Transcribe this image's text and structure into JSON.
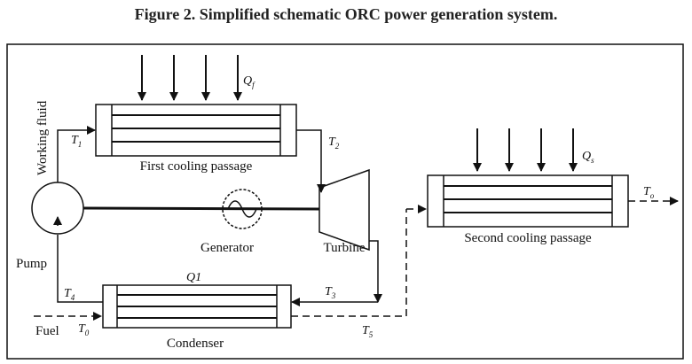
{
  "figure": {
    "title": "Figure 2. Simplified schematic ORC power generation system."
  },
  "components": {
    "first_cooling_passage": "First cooling passage",
    "second_cooling_passage": "Second cooling passage",
    "generator": "Generator",
    "turbine": "Turbine",
    "condenser": "Condenser",
    "pump": "Pump",
    "working_fluid": "Working fluid",
    "fuel": "Fuel"
  },
  "symbols": {
    "Qf": {
      "main": "Q",
      "sub": "f"
    },
    "Qs": {
      "main": "Q",
      "sub": "s"
    },
    "Q1": "Q1",
    "T1": {
      "main": "T",
      "sub": "1"
    },
    "T2": {
      "main": "T",
      "sub": "2"
    },
    "T3": {
      "main": "T",
      "sub": "3"
    },
    "T4": {
      "main": "T",
      "sub": "4"
    },
    "T5": {
      "main": "T",
      "sub": "5"
    },
    "T0": {
      "main": "T",
      "sub": "0"
    },
    "To": {
      "main": "T",
      "sub": "o"
    }
  },
  "colors": {
    "line": "#111111",
    "background": "#ffffff"
  }
}
